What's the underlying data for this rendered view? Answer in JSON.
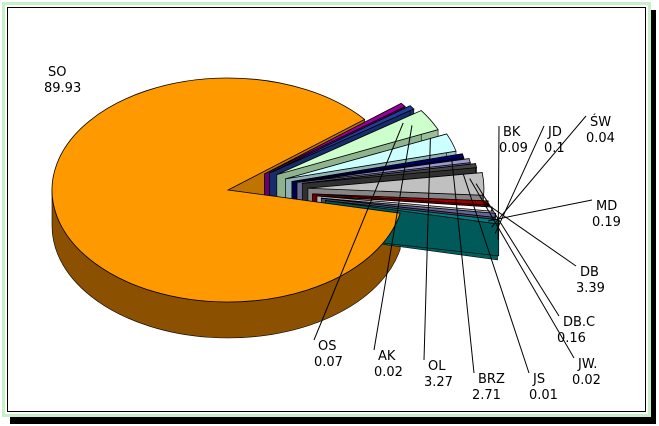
{
  "chart_data": {
    "type": "pie",
    "title": "",
    "slices": [
      {
        "label": "SO",
        "value": 89.93,
        "color": "#ff9900"
      },
      {
        "label": "OS",
        "value": 0.07,
        "color": "#990099"
      },
      {
        "label": "AK",
        "value": 0.02,
        "color": "#1f3f99"
      },
      {
        "label": "OL",
        "value": 3.27,
        "color": "#ccffcc"
      },
      {
        "label": "BRZ",
        "value": 2.71,
        "color": "#ccffff"
      },
      {
        "label": "JS",
        "value": 0.01,
        "color": "#000066"
      },
      {
        "label": "JW.",
        "value": 0.02,
        "color": "#9999cc"
      },
      {
        "label": "DB.C",
        "value": 0.16,
        "color": "#444444"
      },
      {
        "label": "DB",
        "value": 3.39,
        "color": "#c0c0c0"
      },
      {
        "label": "MD",
        "value": 0.19,
        "color": "#990000"
      },
      {
        "label": "ŚW",
        "value": 0.04,
        "color": "#ffffff"
      },
      {
        "label": "JD",
        "value": 0.1,
        "color": "#666699"
      },
      {
        "label": "BK",
        "value": 0.09,
        "color": "#008080"
      }
    ],
    "legend": "none",
    "style": "3d-exploded"
  }
}
